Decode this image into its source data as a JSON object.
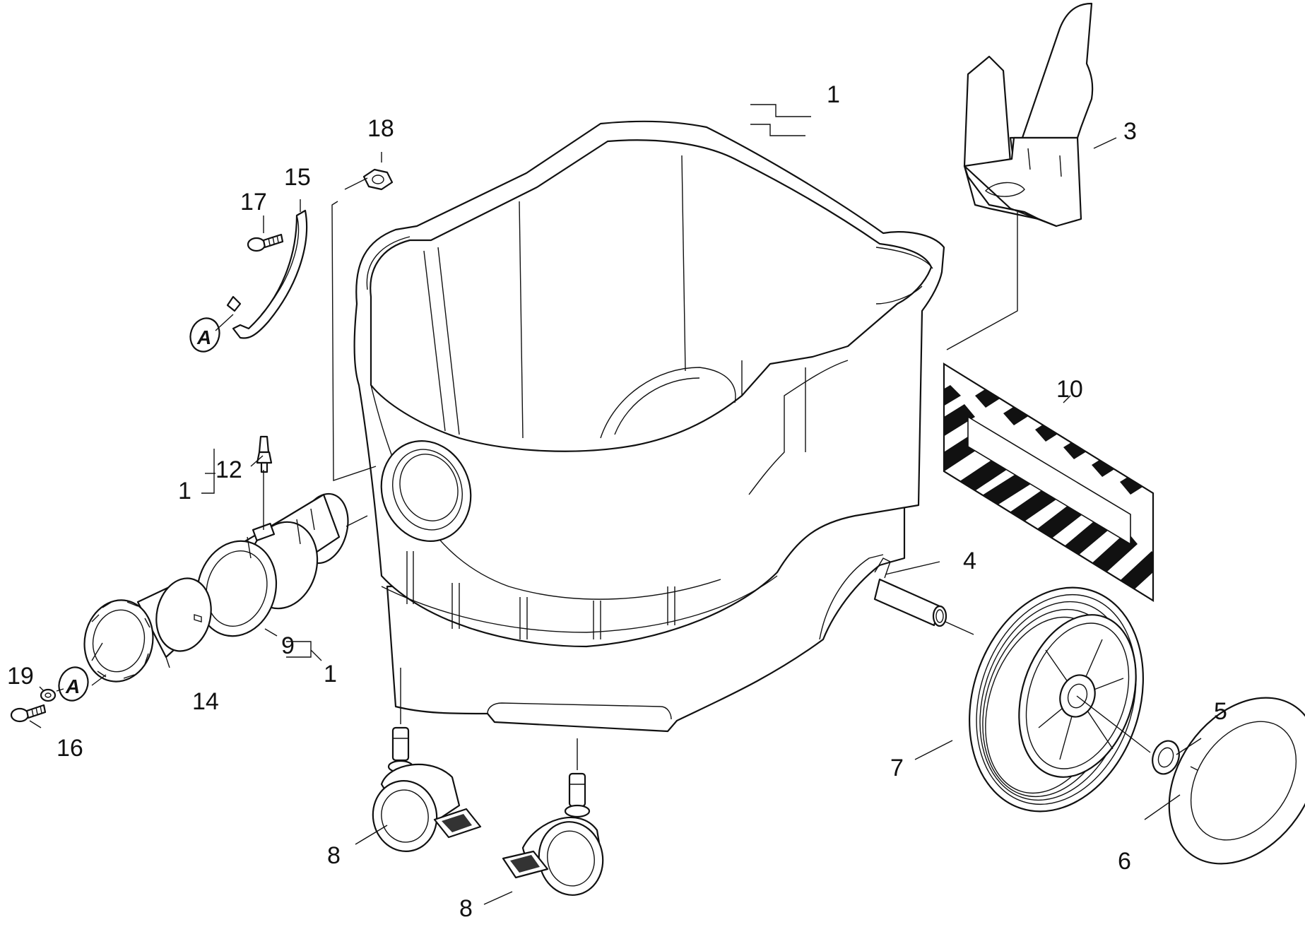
{
  "diagram": {
    "callouts": [
      "1",
      "1",
      "1",
      "3",
      "4",
      "5",
      "6",
      "7",
      "8",
      "8",
      "9",
      "10",
      "12",
      "14",
      "15",
      "16",
      "17",
      "18",
      "19"
    ],
    "reference_marks": [
      "A",
      "A"
    ]
  }
}
